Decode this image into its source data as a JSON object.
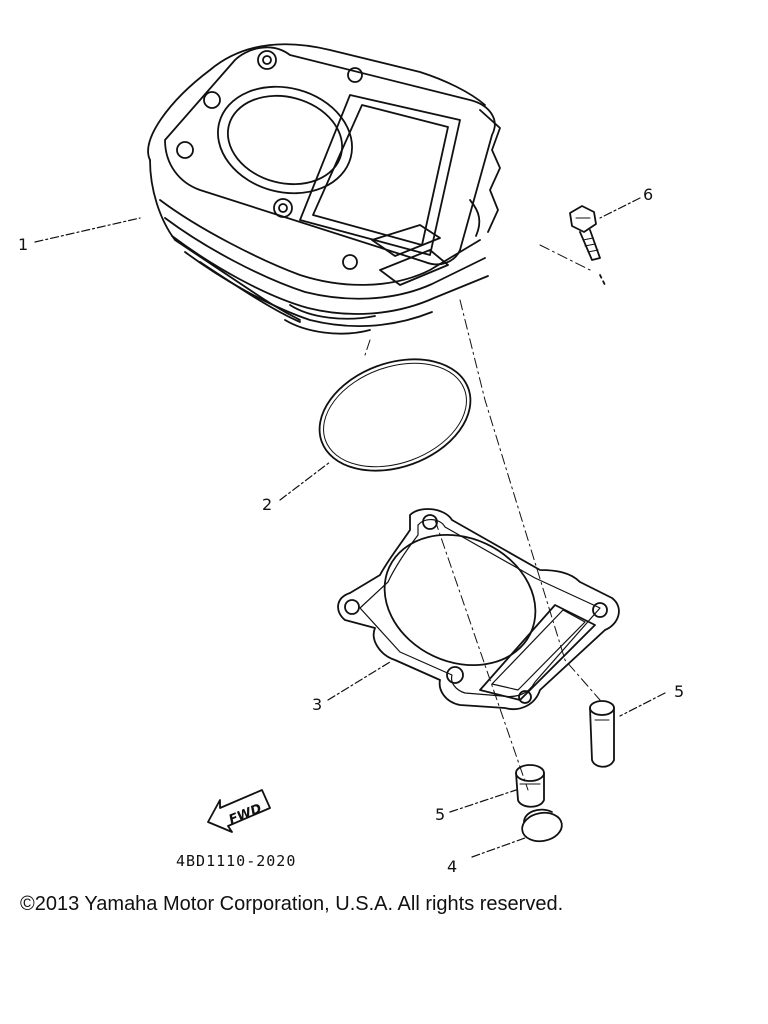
{
  "callouts": {
    "c1": "1",
    "c2": "2",
    "c3": "3",
    "c4": "4",
    "c5a": "5",
    "c5b": "5",
    "c6": "6"
  },
  "fwd_label": "FWD",
  "part_number": "4BD1110-2020",
  "copyright": "©2013 Yamaha Motor Corporation, U.S.A. All rights reserved."
}
